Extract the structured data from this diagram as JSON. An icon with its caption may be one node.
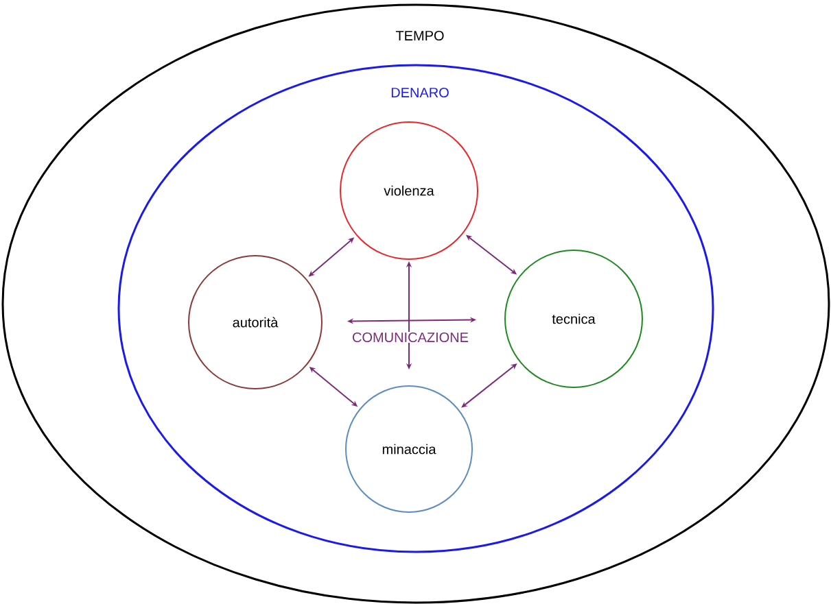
{
  "diagram": {
    "nodes": [
      {
        "text": [
          "TEMPO"
        ]
      },
      {
        "text": [
          "DENARO"
        ],
        "in": 0
      },
      {
        "text": [
          "violenza"
        ],
        "in": 1
      },
      {
        "text": [
          "autorità"
        ],
        "in": 1
      },
      {
        "text": [
          "tecnica"
        ],
        "in": 1
      },
      {
        "text": [
          "minaccia"
        ],
        "in": 1
      }
    ],
    "edges": [
      {
        "from": 3,
        "to": 2,
        "arrow": "both"
      },
      {
        "from": 2,
        "to": 4,
        "arrow": "both"
      },
      {
        "from": 2,
        "to": 5,
        "arrow": "both"
      },
      {
        "from": 3,
        "to": 4,
        "arrow": "both"
      },
      {
        "from": 3,
        "to": 5,
        "arrow": "both"
      },
      {
        "from": 5,
        "to": 4,
        "arrow": "both"
      }
    ],
    "labels": [
      "COMUNICAZIONE"
    ]
  }
}
